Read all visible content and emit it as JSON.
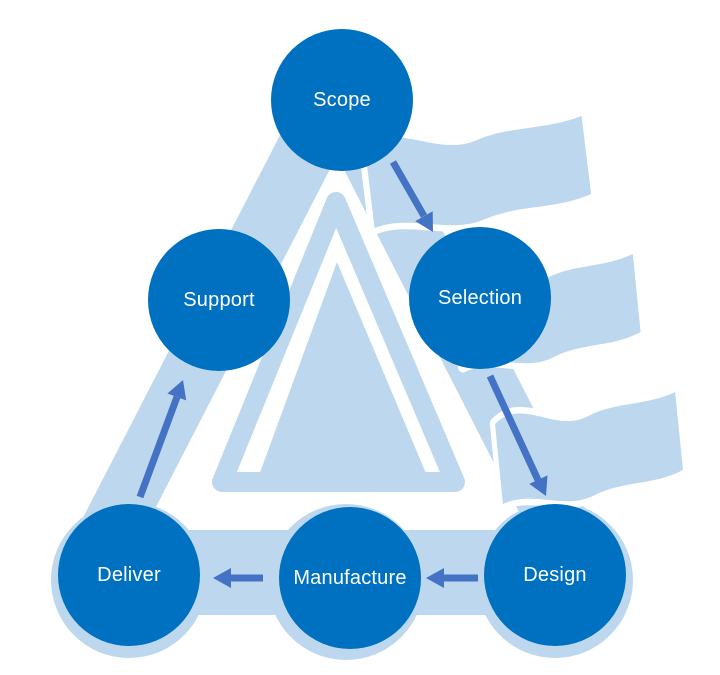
{
  "colors": {
    "background": "#FFFFFF",
    "node_fill": "#0070C0",
    "node_text": "#FFFFFF",
    "light_blue": "#BDD8EE",
    "arrow_blue": "#4472C4"
  },
  "nodes": [
    {
      "id": "scope",
      "label": "Scope"
    },
    {
      "id": "selection",
      "label": "Selection"
    },
    {
      "id": "design",
      "label": "Design"
    },
    {
      "id": "manufacture",
      "label": "Manufacture"
    },
    {
      "id": "deliver",
      "label": "Deliver"
    },
    {
      "id": "support",
      "label": "Support"
    }
  ],
  "edges": [
    {
      "from": "Scope",
      "to": "Selection"
    },
    {
      "from": "Selection",
      "to": "Design"
    },
    {
      "from": "Design",
      "to": "Manufacture"
    },
    {
      "from": "Manufacture",
      "to": "Deliver"
    },
    {
      "from": "Deliver",
      "to": "Support"
    }
  ],
  "decor": {
    "logo": "nested triangle emblem",
    "wave_ribbons": 3
  }
}
